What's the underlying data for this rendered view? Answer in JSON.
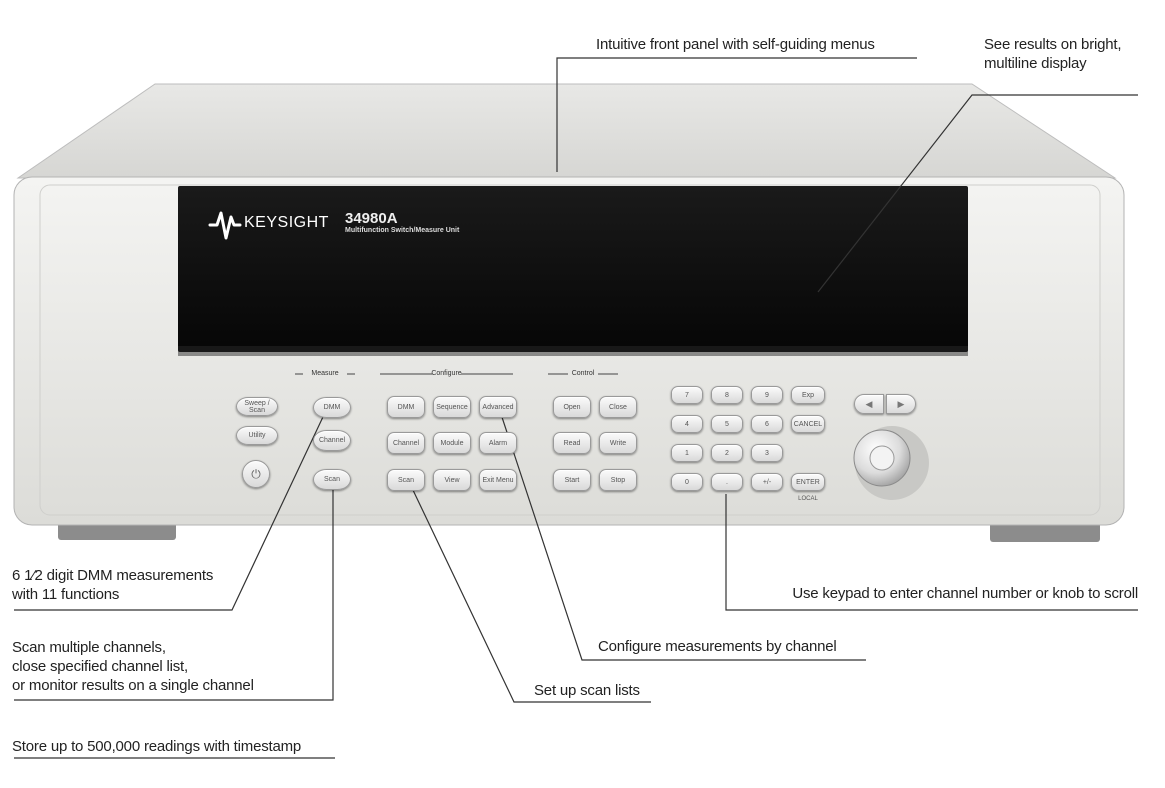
{
  "callouts": {
    "front_panel": "Intuitive front panel with self-guiding menus",
    "display": [
      "See results on bright,",
      "multiline display"
    ],
    "dmm": [
      "6 1⁄2 digit DMM measurements",
      "with 11 functions"
    ],
    "scan_multi": [
      "Scan multiple channels,",
      "close specified channel list,",
      "or monitor results on a single channel"
    ],
    "store": "Store up to 500,000 readings with timestamp",
    "keypad": "Use keypad to enter channel number or knob to scroll",
    "configure": "Configure measurements by channel",
    "scan_lists": "Set up scan lists"
  },
  "instrument": {
    "brand": "KEYSIGHT",
    "model": "34980A",
    "description": "Multifunction Switch/Measure Unit",
    "groups": {
      "measure": "Measure",
      "configure": "Configure",
      "control": "Control"
    },
    "left_buttons": [
      "Sweep / Scan",
      "Utility"
    ],
    "measure_buttons": [
      "DMM",
      "Channel",
      "Scan"
    ],
    "configure_buttons": [
      "DMM",
      "Sequence",
      "Advanced",
      "Channel",
      "Module",
      "Alarm",
      "Scan",
      "View",
      "Exit Menu"
    ],
    "control_buttons": [
      "Open",
      "Close",
      "Read",
      "Write",
      "Start",
      "Stop"
    ],
    "keypad_rows": [
      [
        "7",
        "8",
        "9",
        "Exp"
      ],
      [
        "4",
        "5",
        "6",
        "CANCEL"
      ],
      [
        "1",
        "2",
        "3"
      ],
      [
        "0",
        ".",
        "+/-",
        "ENTER"
      ]
    ],
    "enter_sublabel": "LOCAL"
  },
  "colors": {
    "chassis": "#e6e6e3",
    "display_bezel": "#121212",
    "callout_line": "#333333"
  }
}
